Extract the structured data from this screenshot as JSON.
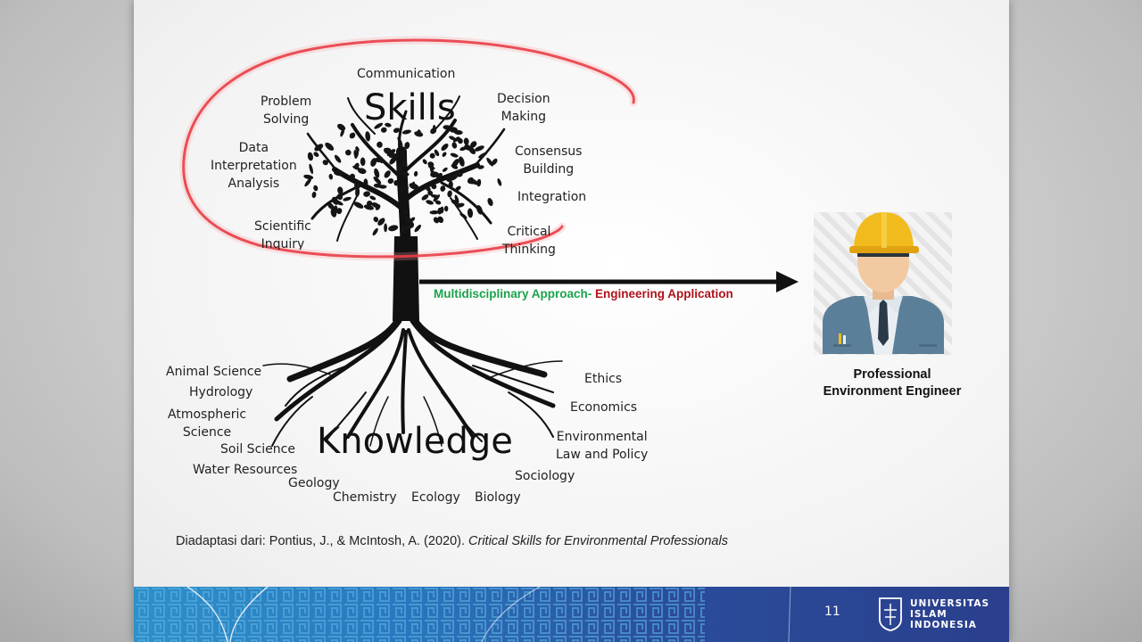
{
  "diagram": {
    "skills_title": "Skills",
    "knowledge_title": "Knowledge",
    "skills": {
      "communication": "Communication",
      "problem_solving": "Problem\nSolving",
      "decision_making": "Decision\nMaking",
      "data_interpretation": "Data\nInterpretation\nAnalysis",
      "consensus_building": "Consensus\nBuilding",
      "integration": "Integration",
      "scientific_inquiry": "Scientific\nInquiry",
      "critical_thinking": "Critical\nThinking"
    },
    "knowledge": {
      "animal_science": "Animal Science",
      "hydrology": "Hydrology",
      "atmospheric_science": "Atmospheric\nScience",
      "soil_science": "Soil Science",
      "water_resources": "Water Resources",
      "geology": "Geology",
      "chemistry": "Chemistry",
      "ecology": "Ecology",
      "biology": "Biology",
      "ethics": "Ethics",
      "economics": "Economics",
      "environmental_law": "Environmental\nLaw and Policy",
      "sociology": "Sociology"
    },
    "arrow_label_green": "Multidisciplinary Approach- ",
    "arrow_label_red": "Engineering Application",
    "engineer_title": "Professional\nEnvironment Engineer",
    "colors": {
      "green": "#1aa34a",
      "red": "#b0121b",
      "scribble": "#e0202a",
      "hat": "#f2bb1d",
      "suit": "#5b7f99"
    }
  },
  "citation": {
    "prefix": "Diadaptasi dari: Pontius, J., & McIntosh, A. (2020). ",
    "title_italic": "Critical Skills for Environmental Professionals"
  },
  "footer": {
    "page_number": "11",
    "logo_line1": "UNIVERSITAS",
    "logo_line2": "ISLAM",
    "logo_line3": "INDONESIA"
  }
}
